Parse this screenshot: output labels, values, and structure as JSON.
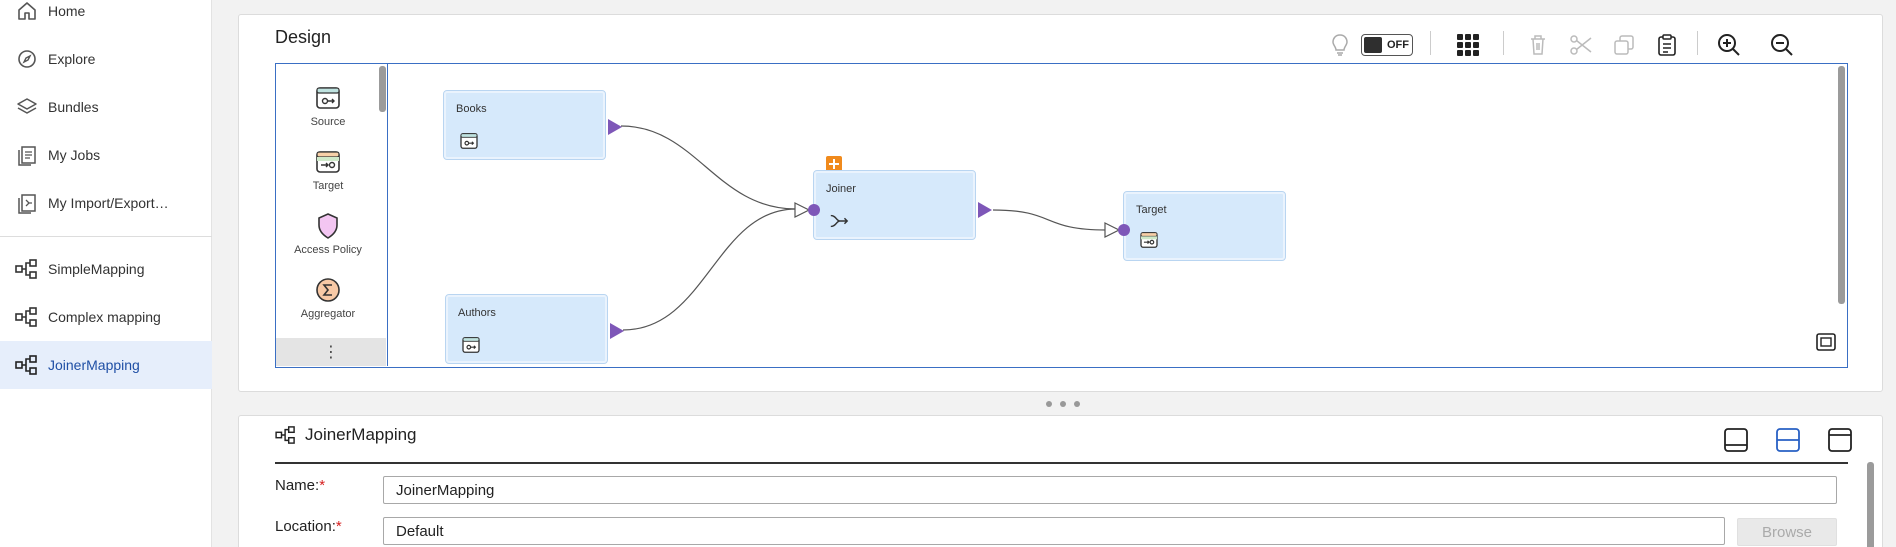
{
  "sidebar": {
    "items": [
      {
        "label": "Home",
        "icon": "home-icon"
      },
      {
        "label": "Explore",
        "icon": "compass-icon"
      },
      {
        "label": "Bundles",
        "icon": "layers-icon"
      },
      {
        "label": "My Jobs",
        "icon": "jobs-icon"
      },
      {
        "label": "My Import/Export…",
        "icon": "import-export-icon"
      }
    ],
    "mappings": [
      {
        "label": "SimpleMapping",
        "icon": "mapping-icon",
        "active": false
      },
      {
        "label": "Complex mapping",
        "icon": "mapping-icon",
        "active": false
      },
      {
        "label": "JoinerMapping",
        "icon": "mapping-icon",
        "active": true
      }
    ]
  },
  "design": {
    "title": "Design",
    "toggle_label": "OFF",
    "palette": [
      {
        "label": "Source",
        "icon": "source-icon"
      },
      {
        "label": "Target",
        "icon": "target-icon"
      },
      {
        "label": "Access Policy",
        "icon": "shield-icon"
      },
      {
        "label": "Aggregator",
        "icon": "sigma-icon"
      }
    ],
    "more_label": "⋮",
    "nodes": {
      "books": "Books",
      "authors": "Authors",
      "joiner": "Joiner",
      "target": "Target"
    }
  },
  "properties": {
    "title": "JoinerMapping",
    "name_label": "Name:",
    "name_value": "JoinerMapping",
    "location_label": "Location:",
    "location_value": "Default",
    "required_mark": "*",
    "browse_label": "Browse"
  },
  "colors": {
    "accent": "#3a6fc4",
    "active_nav": "#1f4fa5",
    "node_fill": "#d6e9fb",
    "port": "#7e57b8",
    "required": "#d62020",
    "error_badge": "#f08a1c"
  }
}
